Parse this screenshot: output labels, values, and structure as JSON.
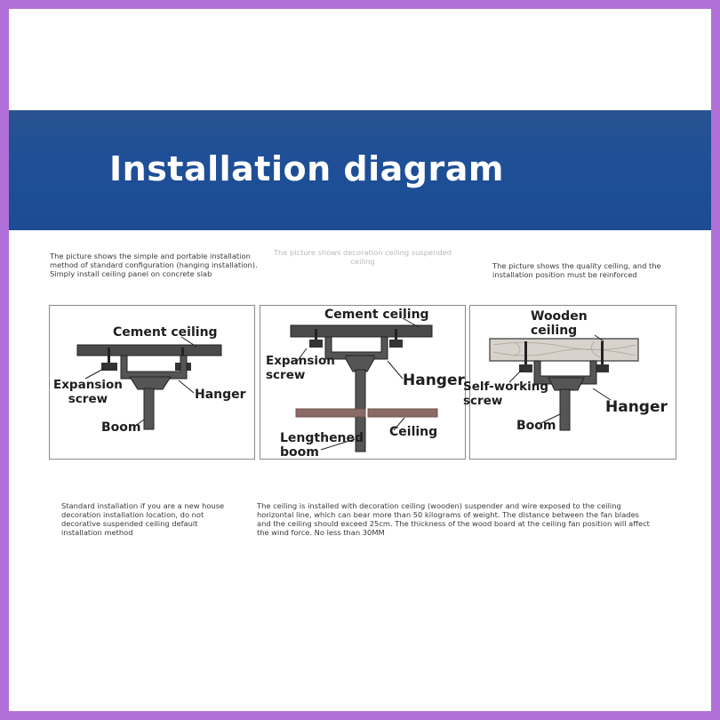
{
  "banner": {
    "title": "Installation diagram"
  },
  "captions": {
    "top_left": "The picture shows the simple and portable installation method of standard configuration (hanging installation). Simply install ceiling panel on concrete slab",
    "top_middle": "The picture shows decoration ceiling suspended ceiling",
    "top_right": "The picture shows the quality ceiling, and the installation position must be reinforced",
    "bottom_left": "Standard installation if you are a new house decoration installation location, do not decorative suspended ceiling default installation method",
    "bottom_right": "The ceiling is installed with decoration ceiling (wooden) suspender and wire exposed to the ceiling horizontal line, which can bear more than 50 kilograms of weight. The distance between the fan blades and the ceiling should exceed 25cm. The thickness of the wood board at the ceiling fan position will affect the wind force. No less than 30MM"
  },
  "panel1": {
    "cement_ceiling": "Cement ceiling",
    "expansion_screw": "Expansion\nscrew",
    "hanger": "Hanger",
    "boom": "Boom"
  },
  "panel2": {
    "cement_ceiling": "Cement ceiling",
    "expansion_screw": "Expansion\nscrew",
    "hanger": "Hanger",
    "lengthened_boom": "Lengthened\nboom",
    "ceiling": "Ceiling"
  },
  "panel3": {
    "wooden_ceiling": "Wooden\nceiling",
    "self_working_screw": "Self-working\nscrew",
    "hanger": "Hanger",
    "boom": "Boom"
  },
  "colors": {
    "banner": "#1e4f97",
    "structure": "#4a4a4a",
    "ceiling_board": "#8a6a65",
    "wood": "#d7d2cc"
  }
}
